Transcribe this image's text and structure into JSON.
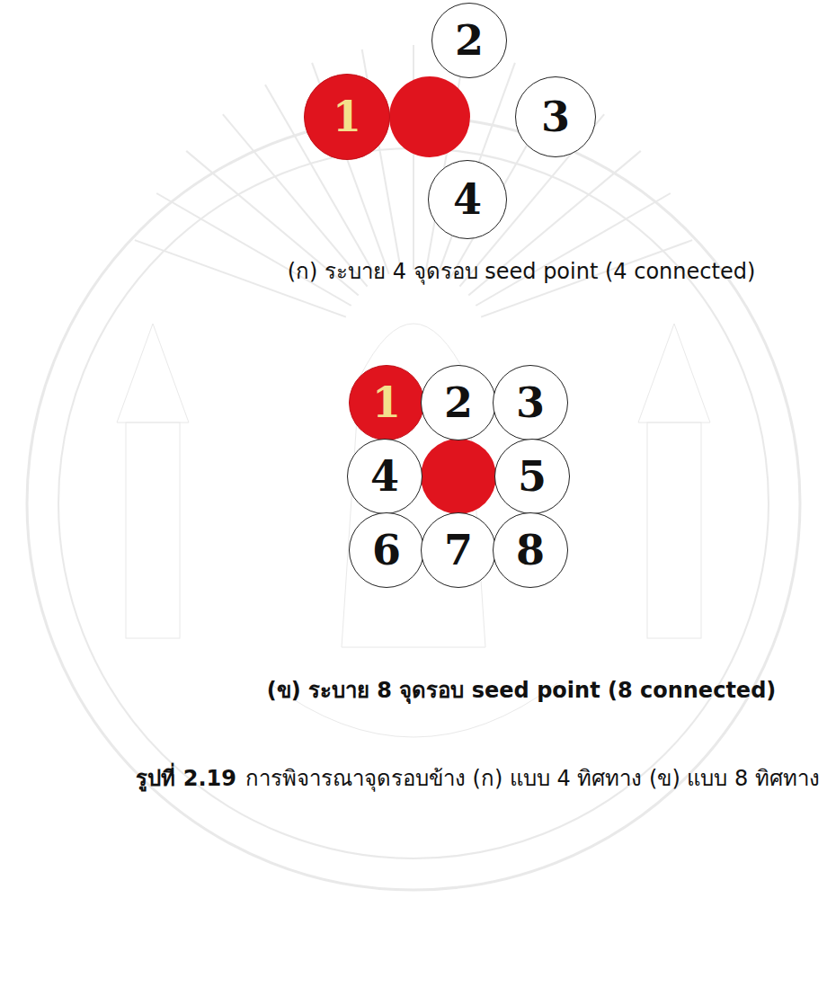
{
  "diagram": {
    "nodes": [
      {
        "text": [
          "2"
        ]
      },
      {
        "text": [
          "1"
        ]
      },
      {
        "text": [
          "3"
        ]
      },
      {
        "text": [
          "4"
        ]
      },
      {
        "text": [
          "1"
        ]
      },
      {
        "text": [
          "2"
        ]
      },
      {
        "text": [
          "3"
        ]
      },
      {
        "text": [
          "4"
        ]
      },
      {
        "text": [
          "5"
        ]
      },
      {
        "text": [
          "6"
        ]
      },
      {
        "text": [
          "7"
        ]
      },
      {
        "text": [
          "8"
        ]
      }
    ],
    "labels": [
      "(ก) ระบาย 4 จุดรอบ seed point (4 connected)",
      "(ข) ระบาย 8 จุดรอบ seed point (8 connected)",
      "รูปที่ 2.19",
      "การพิจารณาจุดรอบข้าง (ก) แบบ 4 ทิศทาง (ข) แบบ 8 ทิศทาง"
    ]
  }
}
